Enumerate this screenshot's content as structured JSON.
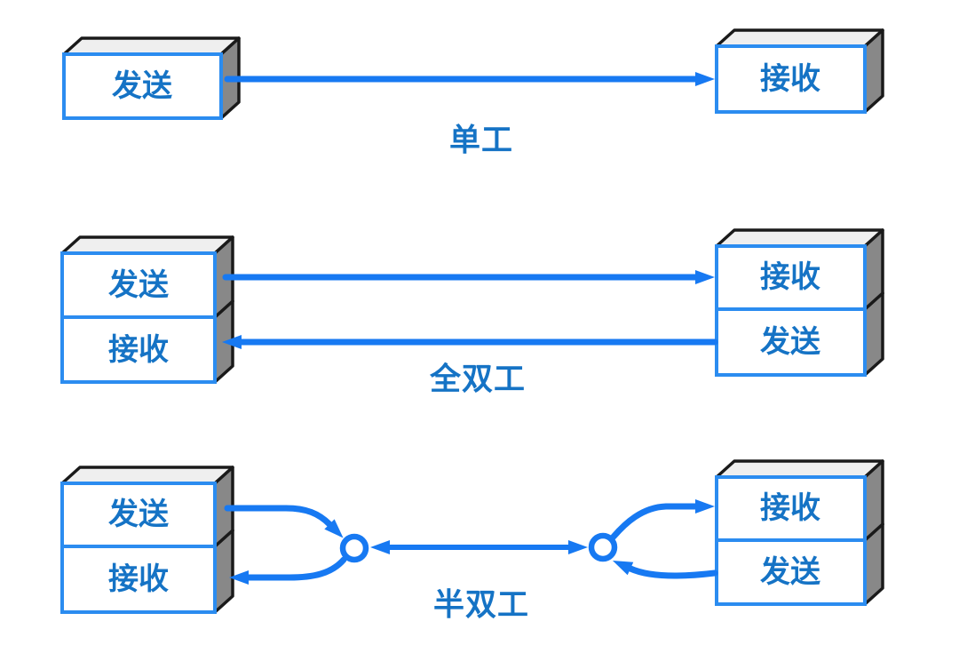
{
  "colors": {
    "arrow": "#1779f2",
    "box_border": "#2b8cf0",
    "label_text": "#1573c5",
    "box_top": "#efefef",
    "box_side": "#888888",
    "outline": "#1a1a1a",
    "background": "#ffffff"
  },
  "sections": [
    {
      "name": "simplex",
      "label": "单工",
      "left_box": {
        "labels": [
          "发送"
        ]
      },
      "right_box": {
        "labels": [
          "接收"
        ]
      },
      "flows": [
        "left 发送 → right 接收"
      ]
    },
    {
      "name": "full-duplex",
      "label": "全双工",
      "left_box": {
        "labels": [
          "发送",
          "接收"
        ]
      },
      "right_box": {
        "labels": [
          "接收",
          "发送"
        ]
      },
      "flows": [
        "left 发送 → right 接收",
        "right 发送 → left 接收"
      ]
    },
    {
      "name": "half-duplex",
      "label": "半双工",
      "left_box": {
        "labels": [
          "发送",
          "接收"
        ]
      },
      "right_box": {
        "labels": [
          "接收",
          "发送"
        ]
      },
      "flows": [
        "left 发送 → left junction",
        "left junction → left 接收",
        "junction ↔ junction shared line",
        "right junction → right 接收",
        "right 发送 → right junction"
      ]
    }
  ]
}
